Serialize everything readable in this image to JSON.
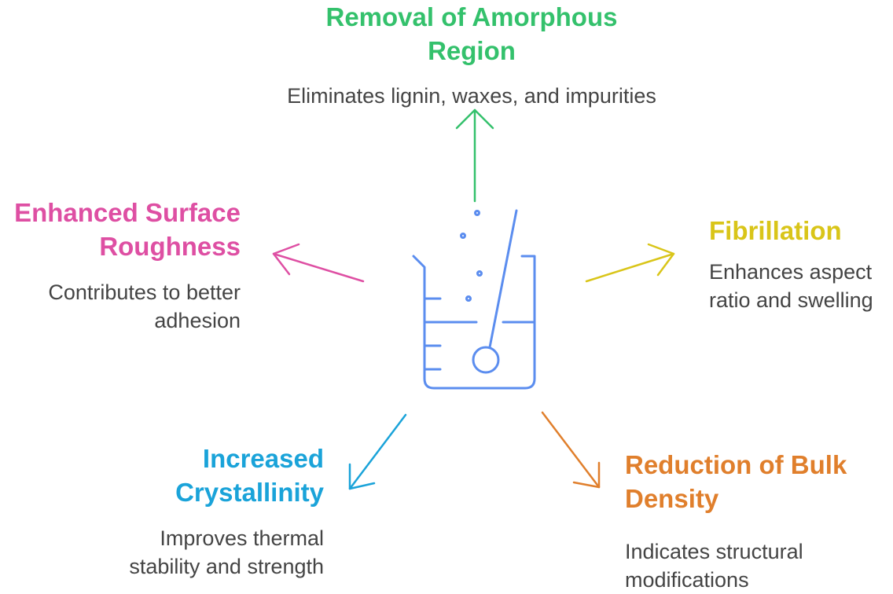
{
  "colors": {
    "beaker": "#5b8def",
    "removal": "#34c16c",
    "surface": "#de4fa3",
    "fibrillation": "#d9c519",
    "crystallinity": "#1aa3d9",
    "bulk_density": "#e07f2c",
    "description_text": "#444444"
  },
  "center_icon": "beaker-icon",
  "nodes": {
    "removal": {
      "title": "Removal of Amorphous Region",
      "description": "Eliminates lignin, waxes, and impurities"
    },
    "surface": {
      "title": "Enhanced Surface Roughness",
      "description": "Contributes to better adhesion"
    },
    "fibrillation": {
      "title": "Fibrillation",
      "description": "Enhances aspect ratio and swelling"
    },
    "crystallinity": {
      "title": "Increased Crystallinity",
      "description": "Improves thermal stability and strength"
    },
    "bulk_density": {
      "title": "Reduction of Bulk Density",
      "description": "Indicates structural modifications"
    }
  }
}
